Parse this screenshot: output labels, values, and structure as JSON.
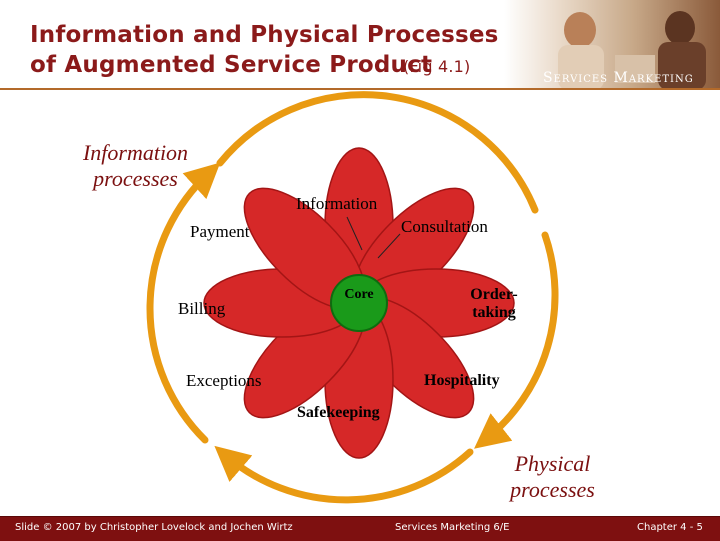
{
  "slide": {
    "title_main": "Information and Physical Processes of Augmented Service Product",
    "title_fig": "(Fig 4.1)",
    "brand": "Services Marketing"
  },
  "diagram": {
    "information_processes_line1": "Information",
    "information_processes_line2": "processes",
    "physical_processes_line1": "Physical",
    "physical_processes_line2": "processes",
    "core": "Core",
    "information_petals": [
      "Information",
      "Payment",
      "Billing",
      "Exceptions"
    ],
    "consultation": "Consultation",
    "order_taking_line1": "Order-",
    "order_taking_line2": "taking",
    "hospitality": "Hospitality",
    "safekeeping": "Safekeeping",
    "colors": {
      "petal": "#d62828",
      "core": "#1a9a1a",
      "ring": "#e99a12",
      "title": "#8b1a1a"
    }
  },
  "footer": {
    "left": "Slide © 2007 by Christopher Lovelock and Jochen Wirtz",
    "center": "Services Marketing 6/E",
    "right": "Chapter 4 - 5"
  }
}
